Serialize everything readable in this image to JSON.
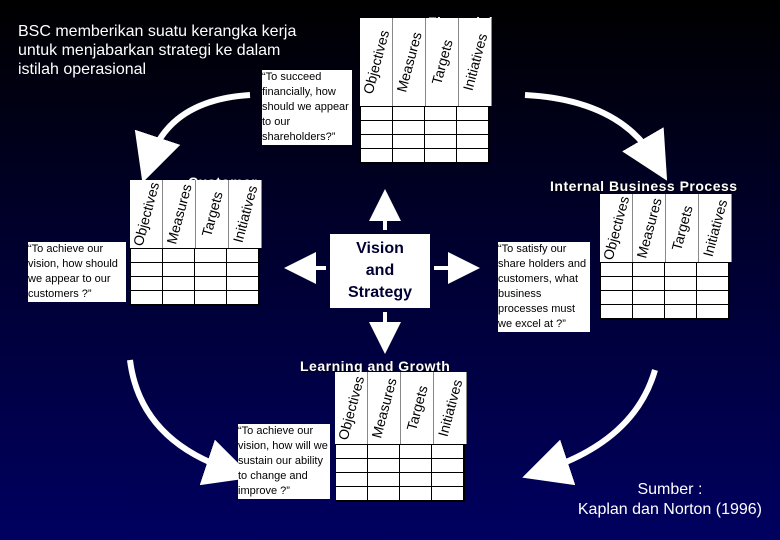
{
  "title": "BSC memberikan suatu kerangka kerja untuk menjabarkan strategi ke dalam istilah operasional",
  "center": "Vision and Strategy",
  "column_heads": [
    "Objectives",
    "Measures",
    "Targets",
    "Initiatives"
  ],
  "perspectives": {
    "financial": {
      "label": "Financial",
      "question": "“To succeed financially, how should we appear to our shareholders?”"
    },
    "customer": {
      "label": "Customer",
      "question": "“To achieve our vision, how should we appear to our customers ?”"
    },
    "internal": {
      "label": "Internal Business Process",
      "question": "“To satisfy our share holders and customers, what business processes must we excel at ?”"
    },
    "learning": {
      "label": "Learning and Growth",
      "question": "“To achieve our vision, how will we sustain our ability to change and improve ?”"
    }
  },
  "source": {
    "line1": "Sumber :",
    "line2": "Kaplan dan Norton (1996)"
  }
}
